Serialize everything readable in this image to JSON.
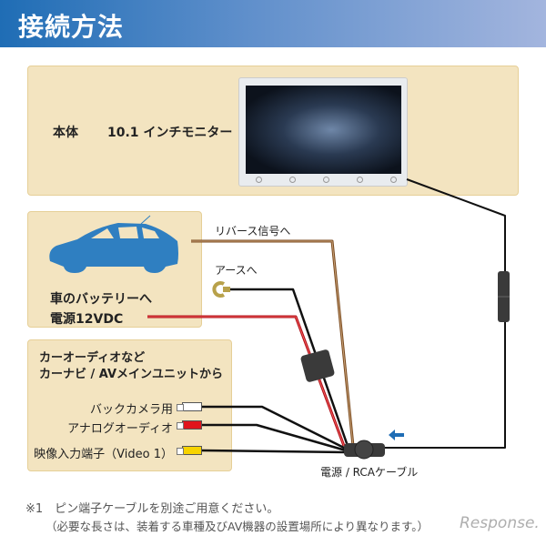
{
  "header": {
    "title": "接続方法"
  },
  "monitor_box": {
    "label": "本体",
    "model": "10.1 インチモニター"
  },
  "car_box": {
    "battery": "車のバッテリーへ",
    "power": "電源12VDC"
  },
  "wires": {
    "reverse": "リバース信号へ",
    "ground": "アースへ",
    "cable": "電源 / RCAケーブル"
  },
  "av_box": {
    "title_line1": "カーオーディオなど",
    "title_line2": "カーナビ / AVメインユニットから",
    "inputs": [
      {
        "label": "バックカメラ用",
        "color": "#ffffff"
      },
      {
        "label": "アナログオーディオ",
        "color": "#e0141c"
      },
      {
        "label": "映像入力端子（Video 1）",
        "color": "#f7d300"
      }
    ]
  },
  "footnote": {
    "line1": "※1　ピン端子ケーブルを別途ご用意ください。",
    "line2": "（必要な長さは、装着する車種及びAV機器の設置場所により異なります。）"
  },
  "watermark": "Response.",
  "colors": {
    "car": "#2f7fc1",
    "arrow": "#1f6db5",
    "header_start": "#1f6db5",
    "box": "#f3e4c0"
  }
}
